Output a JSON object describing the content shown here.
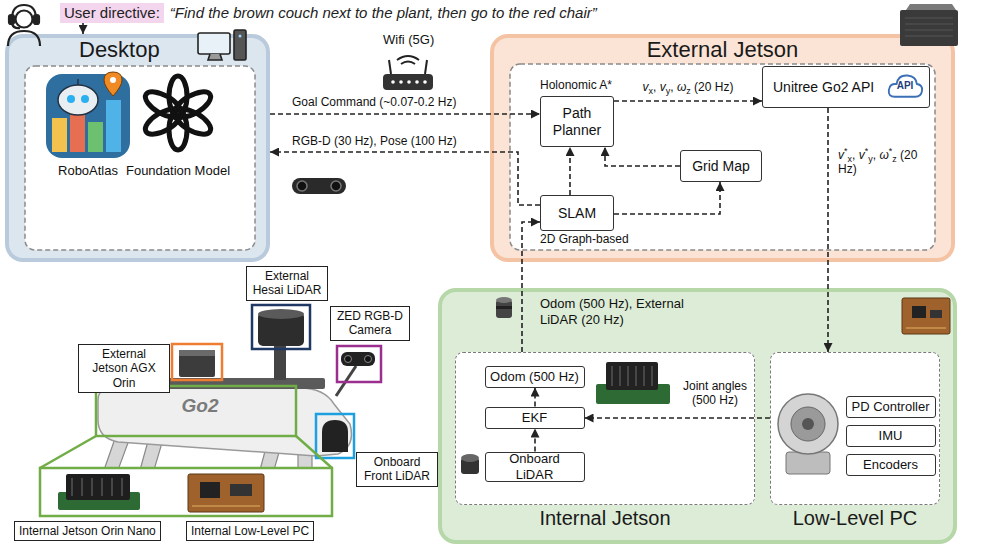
{
  "diagram": {
    "nodes": [
      {
        "text": [
          "User directive:",
          "“Find the brown couch next to the plant, then go to the red chair”"
        ]
      },
      {
        "text": [
          "Desktop"
        ]
      },
      {
        "text": [
          "External Jetson"
        ]
      },
      {
        "text": [
          "Path Planner"
        ],
        "in": 2
      },
      {
        "text": [
          "Unitree Go2 API"
        ],
        "in": 2
      },
      {
        "text": [
          "Grid Map"
        ],
        "in": 2
      },
      {
        "text": [
          "SLAM"
        ],
        "in": 2
      },
      {
        "text": [
          "External Jetson AGX Orin"
        ]
      },
      {
        "text": [
          "External Hesai LiDAR"
        ]
      },
      {
        "text": [
          "ZED RGB-D Camera"
        ]
      },
      {
        "text": [
          "Onboard Front LiDAR"
        ]
      },
      {
        "text": [
          "Internal Jetson Orin Nano"
        ]
      },
      {
        "text": [
          "Internal Low-Level PC"
        ]
      },
      {
        "text": [
          "Internal Jetson"
        ]
      },
      {
        "text": [
          "Odom (500 Hz)"
        ],
        "in": 13
      },
      {
        "text": [
          "EKF"
        ],
        "in": 13
      },
      {
        "text": [
          "Onboard LiDAR"
        ],
        "in": 13
      },
      {
        "text": [
          "Low-Level PC"
        ]
      },
      {
        "text": [
          "PD Controller"
        ],
        "in": 17
      },
      {
        "text": [
          "IMU"
        ],
        "in": 17
      },
      {
        "text": [
          "Encoders"
        ],
        "in": 17
      }
    ],
    "edges": [
      {
        "from": 0,
        "to": 1,
        "arrow": "to"
      },
      {
        "from": 1,
        "to": 3,
        "label": "Goal Command (~0.07-0.2 Hz)",
        "arrow": "to"
      },
      {
        "from": 6,
        "to": 1,
        "label": "RGB-D (30 Hz), Pose (100 Hz)",
        "arrow": "to"
      },
      {
        "from": 3,
        "to": 4,
        "label": "vx, vy, ωz (20 Hz)",
        "arrow": "to"
      },
      {
        "from": 5,
        "to": 3,
        "arrow": "to"
      },
      {
        "from": 6,
        "to": 5,
        "arrow": "to"
      },
      {
        "from": 6,
        "to": 3,
        "arrow": "to"
      },
      {
        "from": 4,
        "to": 17,
        "label": "v*x, v*y, ω*z (20 Hz)",
        "arrow": "to"
      },
      {
        "from": 13,
        "to": 6,
        "label": "Odom (500 Hz), External LiDAR (20 Hz)",
        "arrow": "to"
      },
      {
        "from": 17,
        "to": 15,
        "label": "Joint angles (500 Hz)",
        "arrow": "to"
      },
      {
        "from": 16,
        "to": 15,
        "arrow": "to"
      },
      {
        "from": 15,
        "to": 14,
        "arrow": "to"
      }
    ],
    "labels": [
      "RoboAtlas",
      "Foundation Model",
      "Wifi (5G)",
      "Holonomic A*",
      "API",
      "2D Graph-based",
      "Go2"
    ]
  }
}
